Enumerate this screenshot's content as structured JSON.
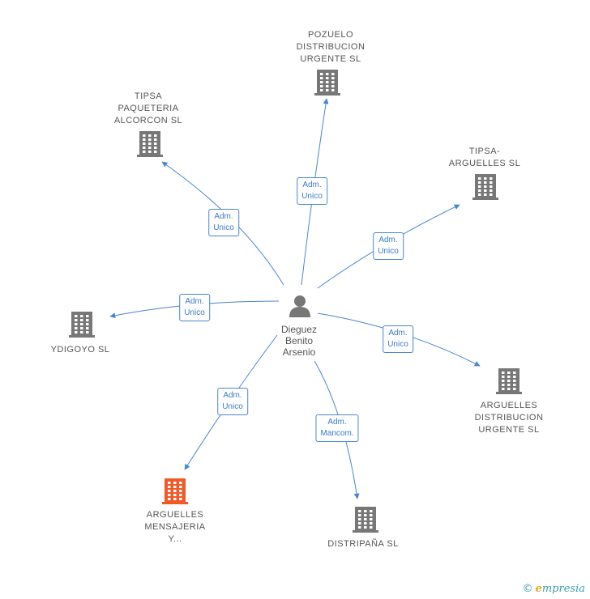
{
  "person": {
    "name_lines": [
      "Dieguez",
      "Benito",
      "Arsenio"
    ],
    "icon": "person-icon"
  },
  "companies": [
    {
      "id": "pozuelo",
      "lines": [
        "POZUELO",
        "DISTRIBUCION",
        "URGENTE SL"
      ],
      "icon": "building-icon",
      "color": "#777777"
    },
    {
      "id": "tipsa-alcorcon",
      "lines": [
        "TIPSA",
        "PAQUETERIA",
        "ALCORCON SL"
      ],
      "icon": "building-icon",
      "color": "#777777"
    },
    {
      "id": "tipsa-arguelles",
      "lines": [
        "TIPSA-",
        "ARGUELLES SL"
      ],
      "icon": "building-icon",
      "color": "#777777"
    },
    {
      "id": "ydigoyo",
      "lines": [
        "YDIGOYO SL"
      ],
      "icon": "building-icon",
      "color": "#777777"
    },
    {
      "id": "arguelles-distribucion",
      "lines": [
        "ARGUELLES",
        "DISTRIBUCION",
        "URGENTE SL"
      ],
      "icon": "building-icon",
      "color": "#777777"
    },
    {
      "id": "arguelles-mensajeria",
      "lines": [
        "ARGUELLES",
        "MENSAJERIA",
        "Y..."
      ],
      "icon": "building-icon",
      "color": "#f05a28"
    },
    {
      "id": "distripana",
      "lines": [
        "DISTRIPAÑA SL"
      ],
      "icon": "building-icon",
      "color": "#777777"
    }
  ],
  "relations": [
    {
      "target": "pozuelo",
      "lines": [
        "Adm.",
        "Unico"
      ]
    },
    {
      "target": "tipsa-alcorcon",
      "lines": [
        "Adm.",
        "Unico"
      ]
    },
    {
      "target": "tipsa-arguelles",
      "lines": [
        "Adm.",
        "Unico"
      ]
    },
    {
      "target": "ydigoyo",
      "lines": [
        "Adm.",
        "Unico"
      ]
    },
    {
      "target": "arguelles-distribucion",
      "lines": [
        "Adm.",
        "Unico"
      ]
    },
    {
      "target": "arguelles-mensajeria",
      "lines": [
        "Adm.",
        "Unico"
      ]
    },
    {
      "target": "distripana",
      "lines": [
        "Adm.",
        "Mancom."
      ]
    }
  ],
  "colors": {
    "edge": "#4a86d0",
    "building": "#777777",
    "highlight": "#f05a28",
    "person": "#777777"
  },
  "footer": {
    "copyright": "©",
    "brand_initial": "e",
    "brand_rest": "mpresia"
  }
}
